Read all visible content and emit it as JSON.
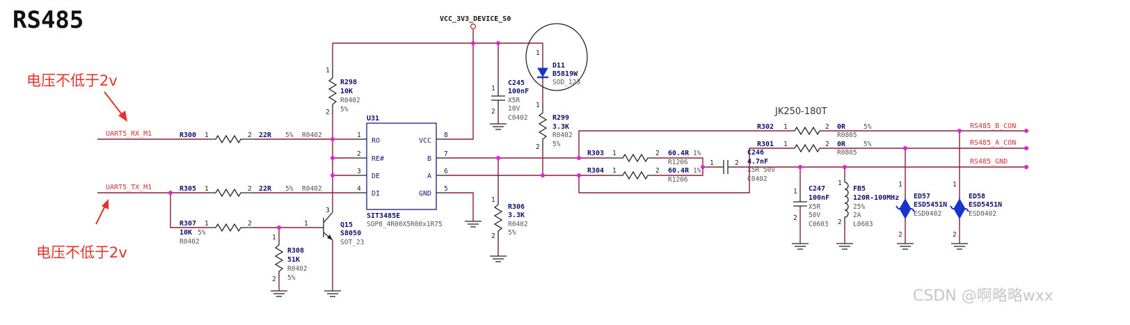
{
  "title": "RS485",
  "notes": {
    "top": "电压不低于2v",
    "bottom": "电压不低于2v"
  },
  "power_net": "VCC_3V3_DEVICE_S0",
  "connector": "JK250-180T",
  "watermark": "CSDN @啊略略wxx",
  "nets": {
    "rx": "UART5_RX_M1",
    "tx": "UART5_TX_M1",
    "b_con": "RS485_B_CON",
    "a_con": "RS485_A_CON",
    "gnd": "RS485_GND"
  },
  "u31": {
    "ref": "U31",
    "part": "SIT3485E",
    "package": "SOP8_4R00X5R00x1R75",
    "pins_left": [
      {
        "num": "1",
        "name": "RO"
      },
      {
        "num": "2",
        "name": "RE#"
      },
      {
        "num": "3",
        "name": "DE"
      },
      {
        "num": "4",
        "name": "DI"
      }
    ],
    "pins_right": [
      {
        "num": "8",
        "name": "VCC"
      },
      {
        "num": "7",
        "name": "B"
      },
      {
        "num": "6",
        "name": "A"
      },
      {
        "num": "5",
        "name": "GND"
      }
    ]
  },
  "r300": {
    "ref": "R300",
    "p1": "1",
    "p2": "2",
    "value": "22R",
    "tol": "5%",
    "pkg": "R0402"
  },
  "r305": {
    "ref": "R305",
    "p1": "1",
    "p2": "2",
    "value": "22R",
    "tol": "5%",
    "pkg": "R0402"
  },
  "r307": {
    "ref": "R307",
    "p1": "1",
    "p2": "2",
    "value": "10K",
    "tol": "5%",
    "pkg": "R0402"
  },
  "r298": {
    "ref": "R298",
    "p1": "1",
    "p2": "2",
    "value": "10K",
    "pkg": "R0402",
    "tol": "5%"
  },
  "r308": {
    "ref": "R308",
    "p1": "1",
    "p2": "2",
    "value": "51K",
    "pkg": "R0402",
    "tol": "5%"
  },
  "r306": {
    "ref": "R306",
    "p1": "1",
    "p2": "2",
    "value": "3.3K",
    "pkg": "R0402",
    "tol": "5%"
  },
  "r299": {
    "ref": "R299",
    "p1": "1",
    "p2": "2",
    "value": "3.3K",
    "pkg": "R0402",
    "tol": "5%"
  },
  "r303": {
    "ref": "R303",
    "p1": "1",
    "p2": "2",
    "value": "60.4R",
    "tol": "1%",
    "pkg": "R1206"
  },
  "r304": {
    "ref": "R304",
    "p1": "1",
    "p2": "2",
    "value": "60.4R",
    "tol": "1%",
    "pkg": "R1206"
  },
  "r302": {
    "ref": "R302",
    "p1": "1",
    "p2": "2",
    "value": "0R",
    "tol": "5%",
    "pkg": "R0805"
  },
  "r301": {
    "ref": "R301",
    "p1": "1",
    "p2": "2",
    "value": "0R",
    "tol": "5%",
    "pkg": "R0805"
  },
  "q15": {
    "ref": "Q15",
    "part": "S8050",
    "pkg": "SOT_23",
    "p1": "1",
    "p3": "3"
  },
  "c245": {
    "ref": "C245",
    "p1": "1",
    "p2": "2",
    "value": "100nF",
    "dielectric": "X5R",
    "voltage": "10V",
    "pkg": "C0402"
  },
  "c246": {
    "ref": "C246",
    "p1": "1",
    "p2": "2",
    "value": "4.7nF",
    "spec": "X5R 50V",
    "pkg": "C0402"
  },
  "c247": {
    "ref": "C247",
    "p1": "1",
    "p2": "2",
    "value": "100nF",
    "dielectric": "X5R",
    "voltage": "50V",
    "pkg": "C0603"
  },
  "d11": {
    "ref": "D11",
    "p1": "1",
    "part": "B5819W",
    "pkg": "SOD_123"
  },
  "fb5": {
    "ref": "FB5",
    "p1": "1",
    "p2": "2",
    "value": "120R-100MHz",
    "tol": "25%",
    "current": "2A",
    "pkg": "L0603"
  },
  "ed57": {
    "ref": "ED57",
    "p1": "1",
    "p2": "2",
    "part": "ESD5451N",
    "pkg": "ESD0402"
  },
  "ed58": {
    "ref": "ED58",
    "p1": "1",
    "p2": "2",
    "part": "ESD5451N",
    "pkg": "ESD0402"
  },
  "colors": {
    "wire": "#8a1c3a",
    "junction": "#e020e0",
    "net_label": "#d23232",
    "annotation": "#e8312a",
    "diode": "#1a33cc"
  }
}
